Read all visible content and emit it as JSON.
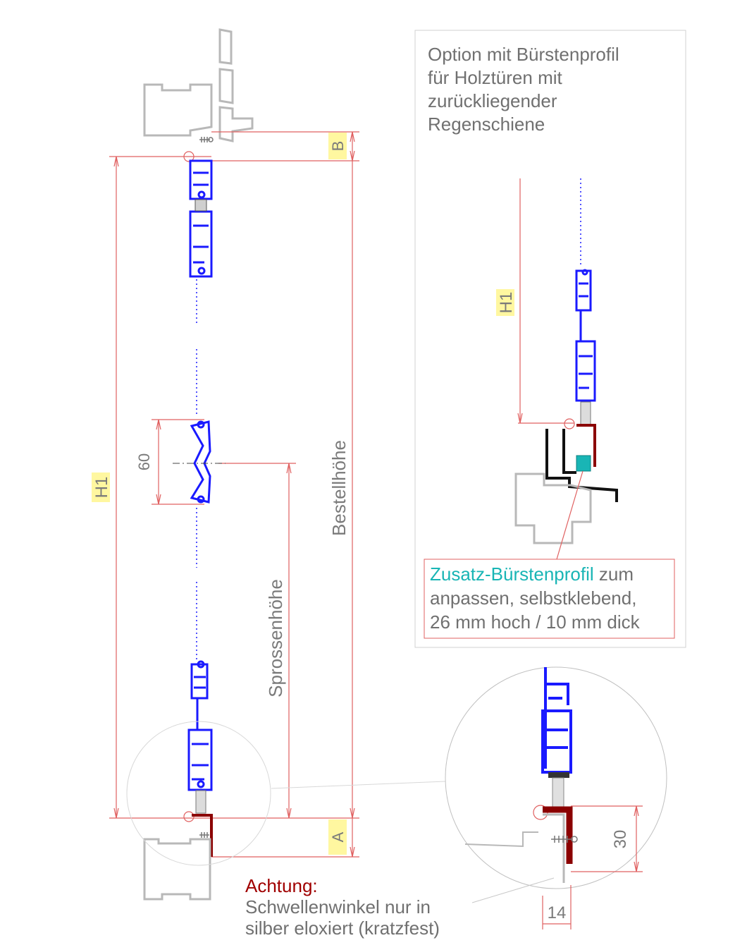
{
  "labels": {
    "B": "B",
    "A": "A",
    "H1_left": "H1",
    "H1_right": "H1",
    "dim_60": "60",
    "bestellhoehe": "Bestellhöhe",
    "sprossenhoehe": "Sprossenhöhe",
    "dim_30": "30",
    "dim_14": "14"
  },
  "option_box": {
    "lines": [
      "Option mit Bürstenprofil",
      "für Holztüren mit",
      "zurückliegender",
      "Regenschiene"
    ]
  },
  "zusatz_note": {
    "highlight": "Zusatz-Bürstenprofil",
    "line1_rest": " zum",
    "line2": "anpassen, selbstklebend,",
    "line3": "26 mm hoch / 10 mm dick"
  },
  "warning": {
    "title": "Achtung:",
    "line1": "Schwellenwinkel nur in",
    "line2": "silber eloxiert (kratzfest)"
  },
  "colors": {
    "profile_blue": "#1a1aff",
    "threshold_red": "#8b0000",
    "brush_teal": "#19b5b5",
    "dimension_red": "#e06060",
    "frame_gray": "#b0b0b0",
    "tag_yellow": "#fff7a0",
    "warning_red": "#a00000"
  }
}
